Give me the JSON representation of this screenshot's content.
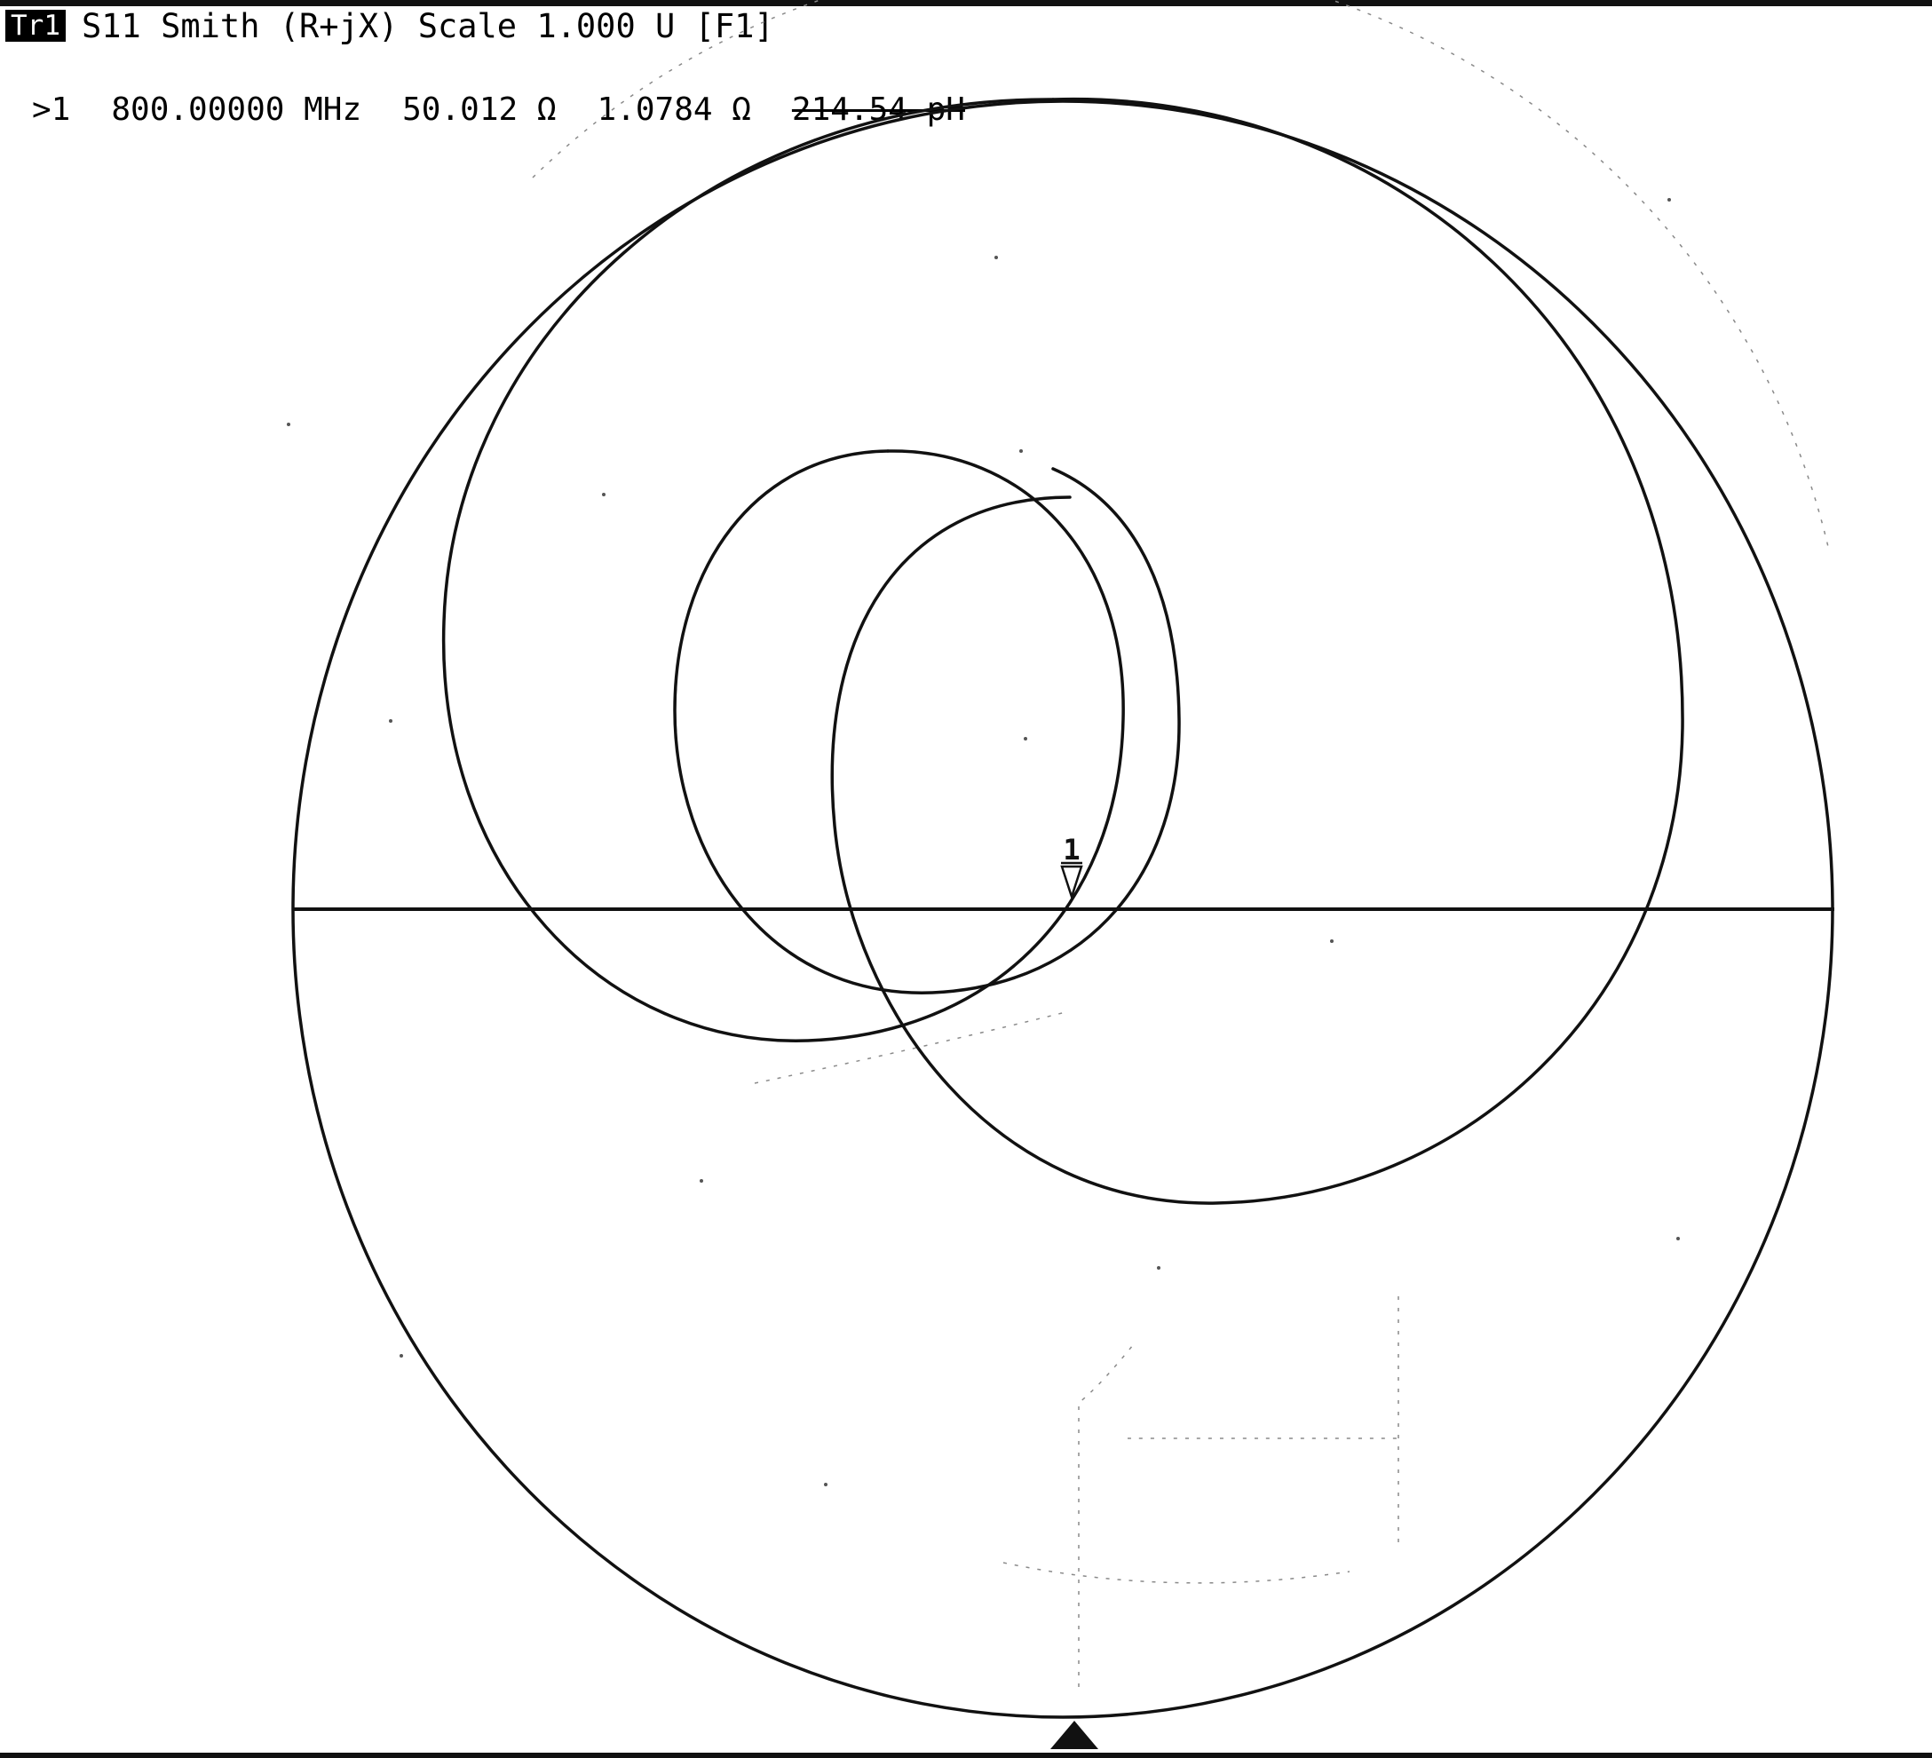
{
  "title_bar": {
    "trace_badge": "Tr1",
    "text": "S11 Smith (R+jX) Scale 1.000 U [F1]"
  },
  "marker_readout": {
    "marker": ">1",
    "frequency": "800.00000 MHz",
    "resistance": "50.012 Ω",
    "reactance": "1.0784 Ω",
    "inductance": "214.54 pH"
  },
  "chart": {
    "marker_label": "1",
    "colors": {
      "trace": "#111111",
      "grid": "#8a8a8a",
      "text": "#000000",
      "background": "#ffffff"
    }
  },
  "chart_data": {
    "type": "scatter",
    "title": "S11 Smith (R+jX) Scale 1.000 U [F1]",
    "xlabel": "",
    "ylabel": "",
    "scale": 1.0,
    "scale_unit": "U",
    "format": "Smith (R+jX)",
    "grid": true,
    "markers": [
      {
        "name": "1",
        "frequency_mhz": 800.0,
        "r_ohm": 50.012,
        "x_ohm": 1.0784,
        "inductance_ph": 214.54
      }
    ]
  }
}
